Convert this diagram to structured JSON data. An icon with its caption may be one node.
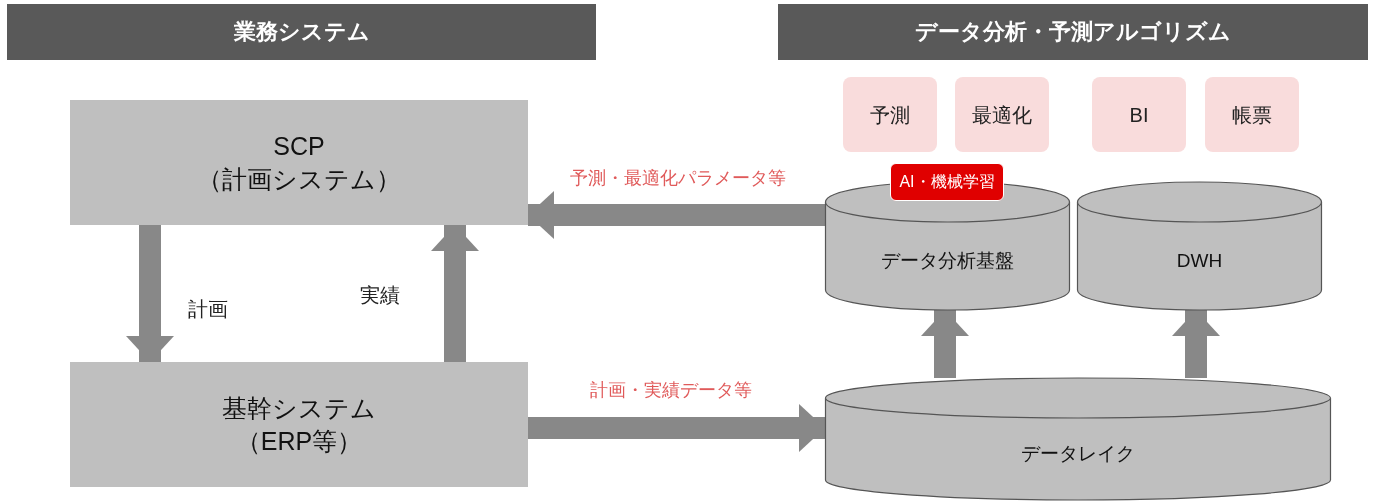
{
  "diagram": {
    "nodes": [
      {
        "text": [
          "業務システム"
        ]
      },
      {
        "text": [
          "データ分析・予測アルゴリズム"
        ]
      },
      {
        "text": [
          "SCP",
          "（計画システム）"
        ]
      },
      {
        "text": [
          "基幹システム",
          "（ERP等）"
        ]
      },
      {
        "text": [
          "予測"
        ]
      },
      {
        "text": [
          "最適化"
        ]
      },
      {
        "text": [
          "BI"
        ]
      },
      {
        "text": [
          "帳票"
        ]
      },
      {
        "text": [
          "AI・機械学習"
        ]
      },
      {
        "text": [
          "データ分析基盤"
        ]
      },
      {
        "text": [
          "DWH"
        ]
      },
      {
        "text": [
          "データレイク"
        ]
      }
    ],
    "edges": [
      {
        "from": 2,
        "to": 3,
        "arrow": "to",
        "label": "計画"
      },
      {
        "from": 3,
        "to": 2,
        "arrow": "to",
        "label": "実績"
      },
      {
        "from": 9,
        "to": 2,
        "arrow": "to",
        "label": "予測・最適化パラメータ等"
      },
      {
        "from": 3,
        "to": 11,
        "arrow": "to",
        "label": "計画・実績データ等"
      },
      {
        "from": 11,
        "to": 9,
        "arrow": "to"
      },
      {
        "from": 11,
        "to": 10,
        "arrow": "to"
      }
    ]
  }
}
